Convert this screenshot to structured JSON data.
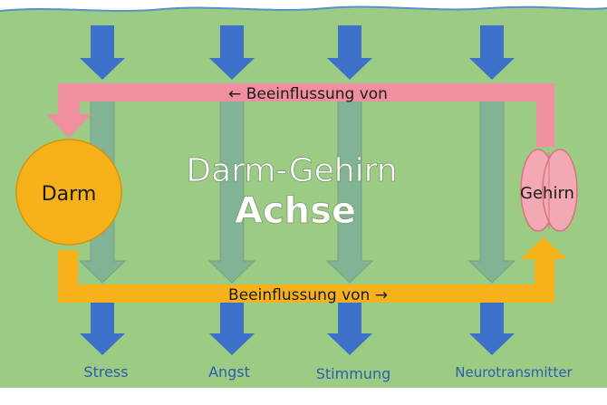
{
  "diagram": {
    "title_line1": "Darm-Gehirn",
    "title_line2": "Achse",
    "nodes": {
      "left": "Darm",
      "right": "Gehirn"
    },
    "arrows": {
      "top_label": "← Beeinflussung von",
      "bottom_label": "Beeinflussung von →"
    },
    "factors": [
      "Stress",
      "Angst",
      "Stimmung",
      "Neurotransmitter"
    ],
    "colors": {
      "background": "#9ccb84",
      "pink_arrow": "#f08fa0",
      "yellow_arrow": "#f7b21b",
      "darm_fill": "#f7b21b",
      "gehirn_fill": "#f3a9b3",
      "blue_arrow": "#3d70c9",
      "faded_arrow": "#7faf98",
      "label_blue": "#2f5cab",
      "title_white": "#ffffff"
    }
  }
}
